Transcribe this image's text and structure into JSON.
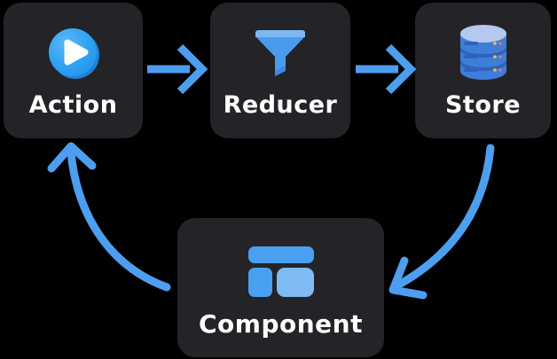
{
  "diagram": {
    "nodes": [
      {
        "id": "action",
        "label": "Action",
        "icon": "play-icon"
      },
      {
        "id": "reducer",
        "label": "Reducer",
        "icon": "funnel-icon"
      },
      {
        "id": "store",
        "label": "Store",
        "icon": "database-icon"
      },
      {
        "id": "component",
        "label": "Component",
        "icon": "layout-icon"
      }
    ],
    "edges": [
      {
        "from": "Action",
        "to": "Reducer",
        "style": "straight-right-arrow"
      },
      {
        "from": "Reducer",
        "to": "Store",
        "style": "straight-right-arrow"
      },
      {
        "from": "Store",
        "to": "Component",
        "style": "curved-down-left-arrow"
      },
      {
        "from": "Component",
        "to": "Action",
        "style": "curved-up-left-arrow"
      }
    ],
    "colors": {
      "background": "#000000",
      "node_background": "#242428",
      "arrow_blue": "#4d9eef",
      "label_text": "#ffffff",
      "icon_blue": "#4aa0f0",
      "icon_light_blue": "#7fbbf3",
      "play_circle_blue": "#2b9df1",
      "database_top": "#b5c8ee",
      "database_body": "#3e7ed9",
      "database_stripe": "#2d63bd",
      "dot_yellow": "#f0c24a",
      "dot_red": "#ef6f55"
    }
  }
}
